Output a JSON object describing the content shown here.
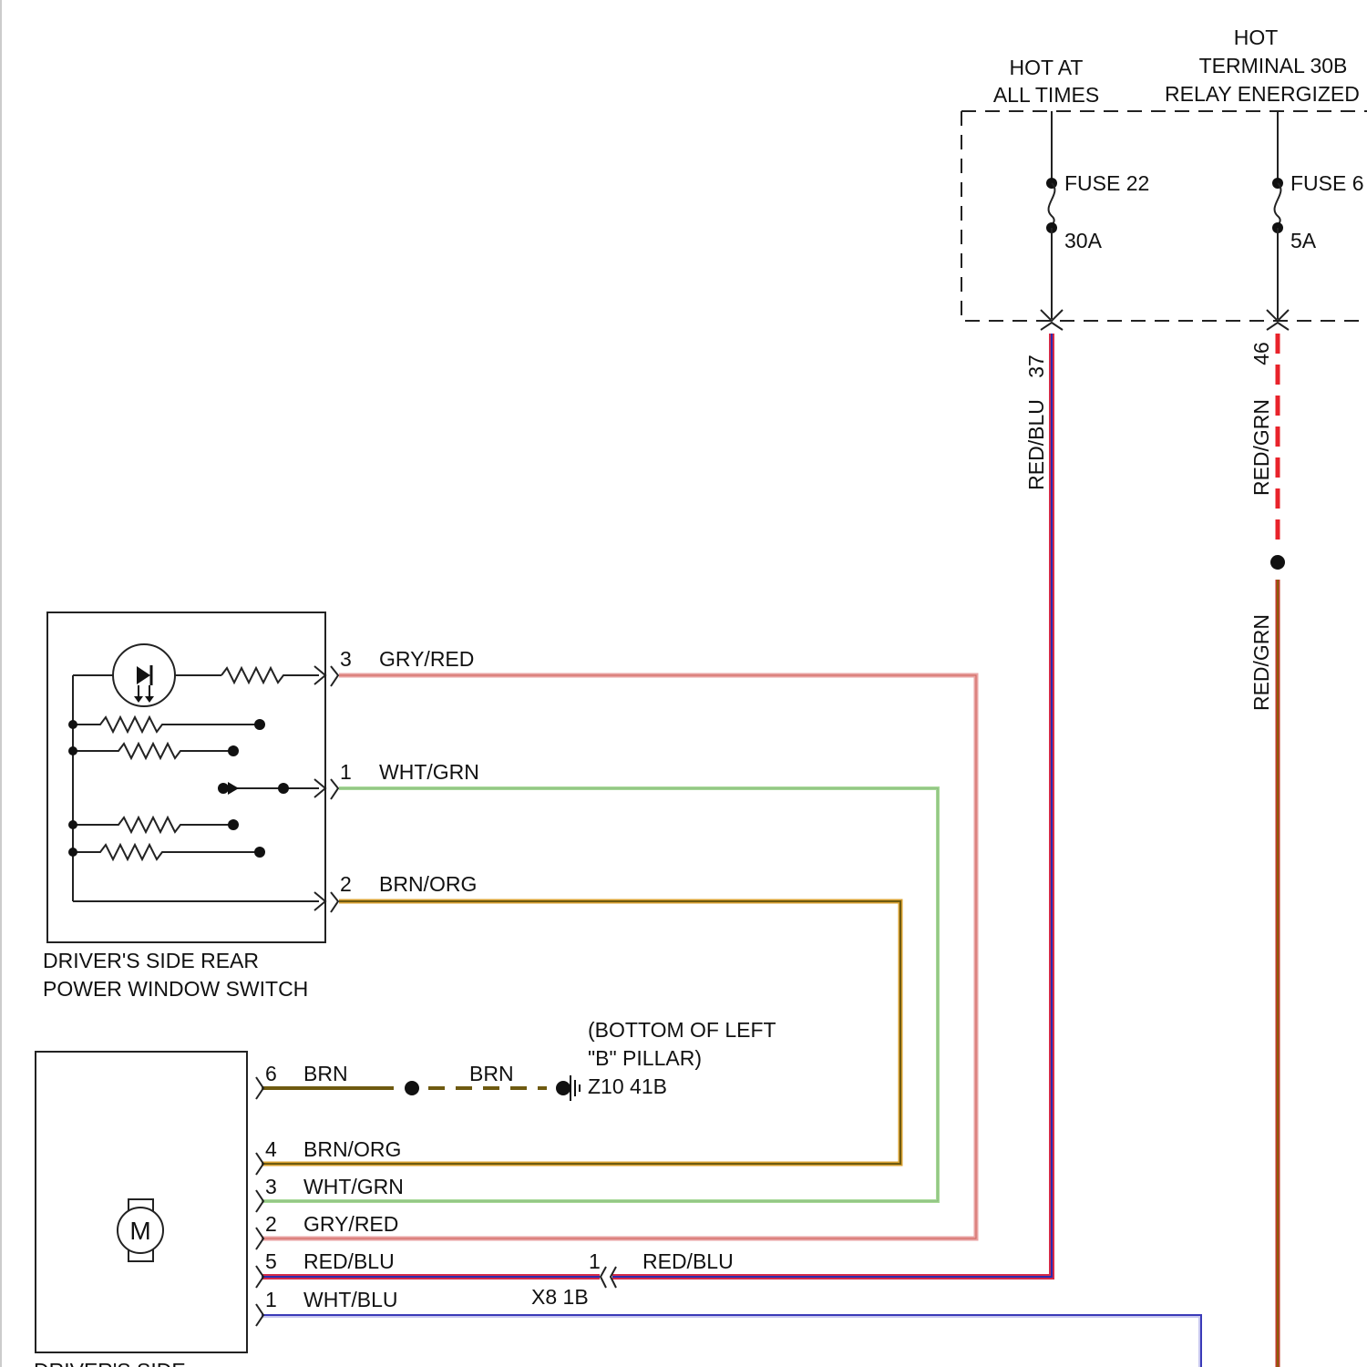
{
  "power_source": {
    "hot_at_all_times": [
      "HOT AT",
      "ALL TIMES"
    ],
    "hot_terminal": [
      "HOT",
      "TERMINAL 30B",
      "RELAY ENERGIZED"
    ],
    "fuse_22": {
      "name": "FUSE 22",
      "rating": "30A",
      "pin": "37"
    },
    "fuse_6": {
      "name": "FUSE 6",
      "rating": "5A",
      "pin": "46"
    }
  },
  "switch": {
    "title_lines": [
      "DRIVER'S SIDE REAR",
      "POWER WINDOW SWITCH"
    ],
    "pins": [
      {
        "pin": "3",
        "color": "GRY/RED"
      },
      {
        "pin": "1",
        "color": "WHT/GRN"
      },
      {
        "pin": "2",
        "color": "BRN/ORG"
      }
    ]
  },
  "motor": {
    "symbol": "M",
    "title_partial": "DRIVER'S SIDE",
    "pins": [
      {
        "pin": "6",
        "color": "BRN"
      },
      {
        "pin": "4",
        "color": "BRN/ORG"
      },
      {
        "pin": "3",
        "color": "WHT/GRN"
      },
      {
        "pin": "2",
        "color": "GRY/RED"
      },
      {
        "pin": "5",
        "color": "RED/BLU"
      },
      {
        "pin": "1",
        "color": "WHT/BLU"
      }
    ]
  },
  "ground": {
    "wire": "BRN",
    "location_lines": [
      "(BOTTOM OF LEFT",
      "\"B\" PILLAR)"
    ],
    "id": "Z10 41B"
  },
  "connector_x8": {
    "pin": "1",
    "name": "X8 1B",
    "wire": "RED/BLU"
  },
  "vertical_wires": {
    "fuse_22_wire": "RED/BLU",
    "fuse_6_wire_upper": "RED/GRN",
    "fuse_6_wire_lower": "RED/GRN"
  },
  "colors": {
    "gry_red": "#e9a3a3",
    "wht_grn": "#a6d896",
    "brn_org": "#b88a1c",
    "brn": "#6e5a10",
    "red_blu_outer": "#d42b4a",
    "red_blu_inner": "#2a2bb0",
    "red_grn_dash": "#e8232b",
    "red_grn_solid_outer": "#c0392b",
    "red_grn_solid_inner": "#7a6a00",
    "wht_blu": "#3a3ab8"
  }
}
